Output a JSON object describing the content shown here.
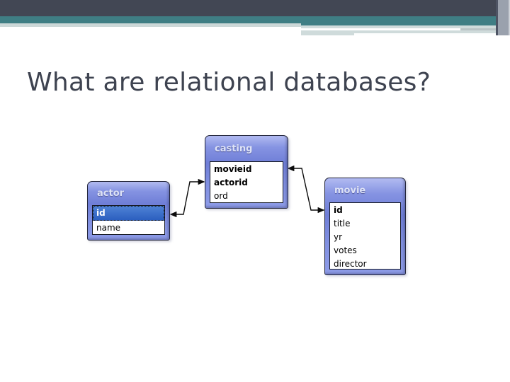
{
  "slide": {
    "title": "What are relational databases?"
  },
  "diagram": {
    "tables": {
      "actor": {
        "title": "actor",
        "fields": [
          "id",
          "name"
        ]
      },
      "casting": {
        "title": "casting",
        "fields": [
          "movieid",
          "actorid",
          "ord"
        ]
      },
      "movie": {
        "title": "movie",
        "fields": [
          "id",
          "title",
          "yr",
          "votes",
          "director"
        ]
      }
    },
    "relations": [
      {
        "from": "actor.id",
        "to": "casting.actorid"
      },
      {
        "from": "casting.movieid",
        "to": "movie.id"
      }
    ]
  },
  "colors": {
    "banner_navy": "#424754",
    "banner_teal": "#3f7e84",
    "banner_strip": "#ccd8d8",
    "window_frame": "#8090e0",
    "selected_row_blue": "#2f63c1",
    "title_text": "#3e4350"
  }
}
